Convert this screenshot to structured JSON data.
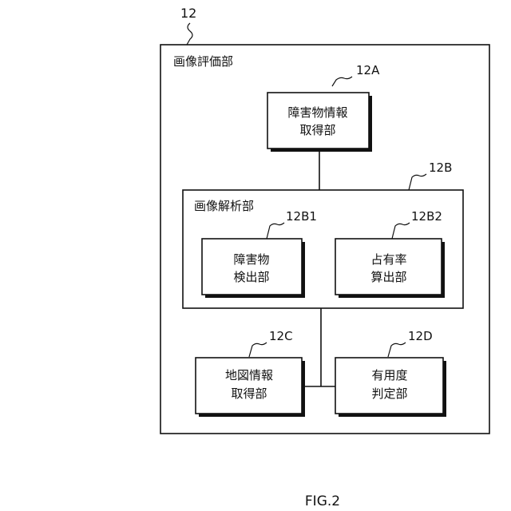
{
  "outer": {
    "ref": "12",
    "title": "画像評価部"
  },
  "block_12a": {
    "ref": "12A",
    "lines": [
      "障害物情報",
      "取得部"
    ]
  },
  "block_12b": {
    "ref": "12B",
    "title": "画像解析部"
  },
  "block_12b1": {
    "ref": "12B1",
    "lines": [
      "障害物",
      "検出部"
    ]
  },
  "block_12b2": {
    "ref": "12B2",
    "lines": [
      "占有率",
      "算出部"
    ]
  },
  "block_12c": {
    "ref": "12C",
    "lines": [
      "地図情報",
      "取得部"
    ]
  },
  "block_12d": {
    "ref": "12D",
    "lines": [
      "有用度",
      "判定部"
    ]
  },
  "figure_caption": "FIG.2"
}
